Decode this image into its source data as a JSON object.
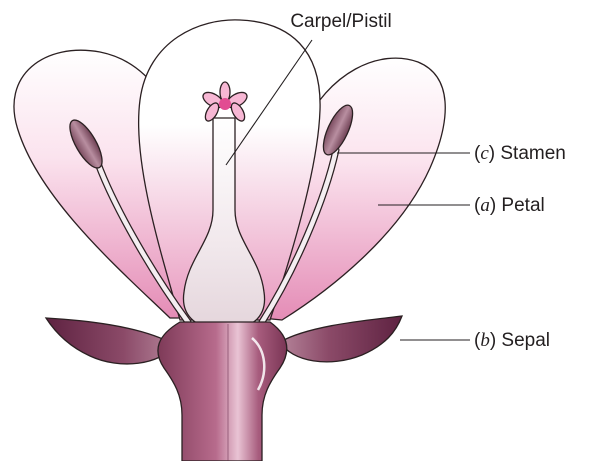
{
  "labels": {
    "carpel": "Carpel/Pistil",
    "stamen": {
      "prefix": "(",
      "letter": "c",
      "suffix": ") Stamen"
    },
    "petal": {
      "prefix": "(",
      "letter": "a",
      "suffix": ") Petal"
    },
    "sepal": {
      "prefix": "(",
      "letter": "b",
      "suffix": ") Sepal"
    }
  },
  "colors": {
    "petal_base": "#e898be",
    "petal_tip": "#ffffff",
    "stalk": "#9c4f6f",
    "sepal": "#6d2c4d",
    "anther": "#9a6a7d",
    "stigma": "#e24c92",
    "outline": "#2b2022"
  }
}
